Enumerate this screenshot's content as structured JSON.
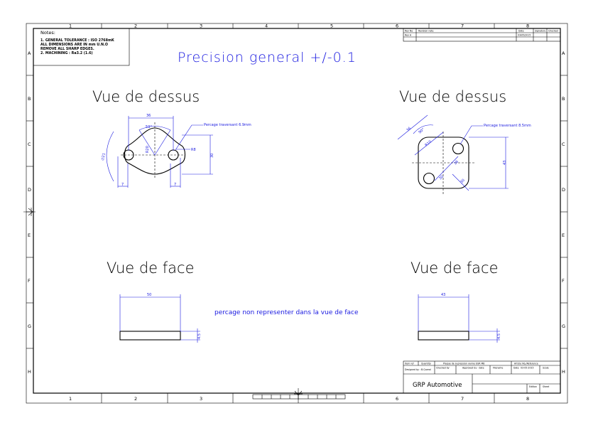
{
  "notes": {
    "title": "Notes:",
    "lines": [
      "1. GENERAL TOLERANCE : ISO 2768mK",
      "ALL DIMENSIONS ARE IN mm U.N.O",
      "REMOVE ALL SHARP EDGES.",
      "2. MACHINING : Ra3.2 (1.6)"
    ]
  },
  "headline": "Precision general +/-0.1",
  "views": {
    "top_left_title": "Vue de dessus",
    "top_right_title": "Vue de dessus",
    "front_left_title": "Vue de face",
    "front_right_title": "Vue de face"
  },
  "front_note": "percage non representer dans la vue de face",
  "dims_left_top": {
    "width": "36",
    "angle": "53°",
    "radius": "R20",
    "arc": "∅21",
    "hole_r": "R8",
    "height": "30",
    "left_off": "7",
    "right_off": "7",
    "callout": "Percage traversant 6.9mm"
  },
  "dims_right_top": {
    "diag": "36",
    "angle": "90°",
    "rad": "R10",
    "d1": "30",
    "d2": "38",
    "d3": "30",
    "height": "43",
    "callout": "Percage traversant 8.5mm"
  },
  "dims_left_front": {
    "width": "50",
    "thick": "4.5"
  },
  "dims_right_front": {
    "width": "43",
    "thick": "4.5"
  },
  "columns": [
    "1",
    "2",
    "3",
    "4",
    "5",
    "6",
    "7",
    "8"
  ],
  "rows": [
    "A",
    "B",
    "C",
    "D",
    "E",
    "F",
    "G",
    "H"
  ],
  "revision": {
    "h_rev": "Rev No",
    "h_note": "Revision note",
    "h_date": "Date",
    "h_sig": "Signature",
    "h_chk": "Checked",
    "rev": "Rev A",
    "date": "03/05/2015"
  },
  "title_block": {
    "item": "Item ref",
    "qty": "Quantity",
    "desc": "Plaque de supression vanne EGR M8",
    "article": "Article No./Reference",
    "designed": "Designed by : B.Queral",
    "checked": "Checked by",
    "approved": "Approved by - date",
    "filename": "Filename",
    "date_label": "Date",
    "date": "03-05-2015",
    "scale": "Scale",
    "company": "GRP Automotive",
    "edition": "Edition",
    "sheet": "Sheet"
  }
}
